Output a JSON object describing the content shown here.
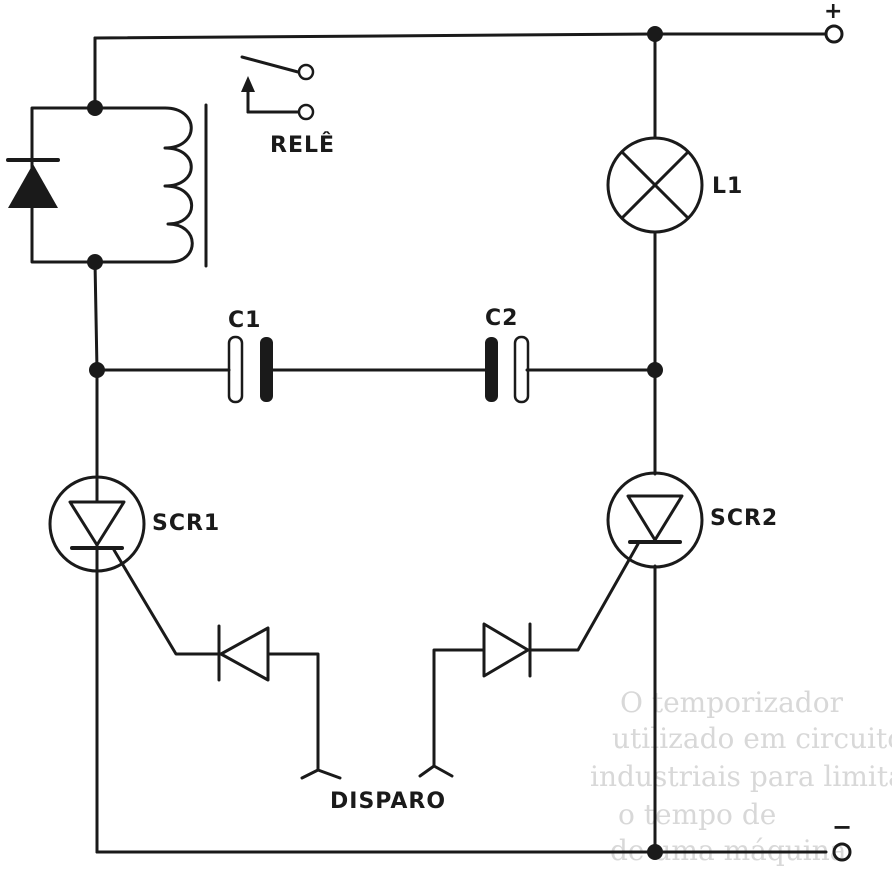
{
  "labels": {
    "rele": "RELÊ",
    "l1": "L1",
    "c1": "C1",
    "c2": "C2",
    "scr1": "SCR1",
    "scr2": "SCR2",
    "disparo": "DISPARO",
    "plus": "+",
    "minus": "−"
  },
  "bleed_through": [
    "O temporizador",
    "utilizado em circuitos",
    "industriais para limitar",
    "o tempo de",
    "de uma máquina"
  ],
  "colors": {
    "ink": "#1a1a1a",
    "paper": "#ffffff",
    "bleed": "#b9b9b9"
  }
}
